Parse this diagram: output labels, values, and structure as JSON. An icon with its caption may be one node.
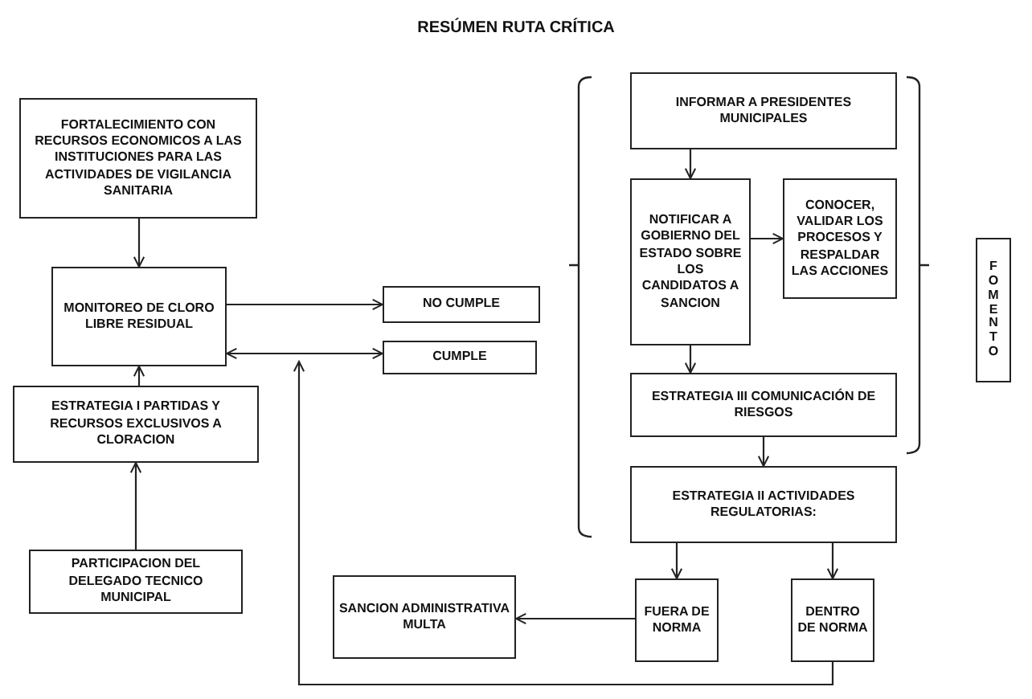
{
  "diagram": {
    "title": "RESÚMEN RUTA CRÍTICA",
    "nodes": [
      {
        "text": [
          "FORTALECIMIENTO CON RECURSOS ECONOMICOS A LAS INSTITUCIONES PARA LAS ACTIVIDADES DE VIGILANCIA SANITARIA"
        ]
      },
      {
        "text": [
          "INFORMAR A PRESIDENTES MUNICIPALES"
        ]
      },
      {
        "text": [
          "NOTIFICAR A GOBIERNO DEL ESTADO SOBRE LOS CANDIDATOS A SANCION"
        ]
      },
      {
        "text": [
          "CONOCER, VALIDAR LOS PROCESOS Y RESPALDAR LAS ACCIONES"
        ]
      },
      {
        "text": [
          "FOMENTO"
        ]
      },
      {
        "text": [
          "MONITOREO DE CLORO LIBRE RESIDUAL"
        ]
      },
      {
        "text": [
          "NO CUMPLE"
        ]
      },
      {
        "text": [
          "CUMPLE"
        ]
      },
      {
        "text": [
          "ESTRATEGIA III COMUNICACIÓN DE RIESGOS"
        ]
      },
      {
        "text": [
          "ESTRATEGIA I PARTIDAS Y RECURSOS EXCLUSIVOS A CLORACION"
        ]
      },
      {
        "text": [
          "ESTRATEGIA II ACTIVIDADES REGULATORIAS:"
        ]
      },
      {
        "text": [
          "PARTICIPACION DEL DELEGADO TECNICO MUNICIPAL"
        ]
      },
      {
        "text": [
          "SANCION ADMINISTRATIVA MULTA"
        ]
      },
      {
        "text": [
          "FUERA DE NORMA"
        ]
      },
      {
        "text": [
          "DENTRO DE NORMA"
        ]
      }
    ],
    "edges": [
      {
        "from": 0,
        "to": 5,
        "arrow": "to"
      },
      {
        "from": 9,
        "to": 5,
        "arrow": "to"
      },
      {
        "from": 11,
        "to": 9,
        "arrow": "to"
      },
      {
        "from": 5,
        "to": 6,
        "arrow": "to"
      },
      {
        "from": 5,
        "to": 7,
        "arrow": "both"
      },
      {
        "from": 1,
        "to": 2,
        "arrow": "to"
      },
      {
        "from": 2,
        "to": 3,
        "arrow": "to"
      },
      {
        "from": 2,
        "to": 8,
        "arrow": "to"
      },
      {
        "from": 8,
        "to": 10,
        "arrow": "to"
      },
      {
        "from": 10,
        "to": 13,
        "arrow": "to"
      },
      {
        "from": 10,
        "to": 14,
        "arrow": "to"
      },
      {
        "from": 13,
        "to": 12,
        "arrow": "to"
      },
      {
        "from": 14,
        "to": null,
        "arrow": "to"
      }
    ]
  }
}
